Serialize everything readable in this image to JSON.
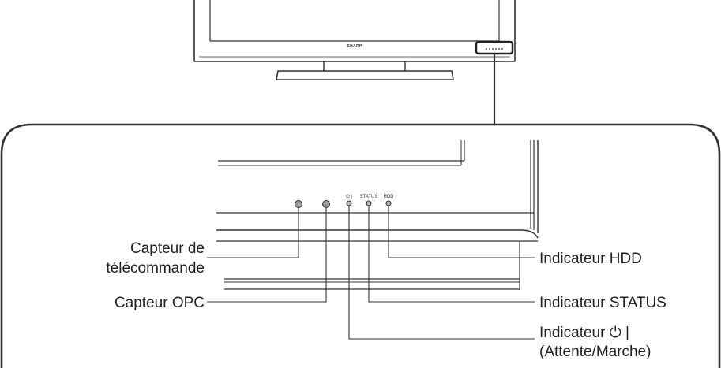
{
  "tv": {
    "brand": "SHARP"
  },
  "panel": {
    "indicator_symbols": {
      "power": "⏻ |",
      "status": "STATUS",
      "hdd": "HDD"
    }
  },
  "labels": {
    "remote_sensor_line1": "Capteur de",
    "remote_sensor_line2": "télécommande",
    "opc_sensor": "Capteur OPC",
    "hdd_indicator": "Indicateur HDD",
    "status_indicator": "Indicateur STATUS",
    "power_indicator_line1": "Indicateur ⏻ |",
    "power_indicator_line2": "(Attente/Marche)"
  }
}
